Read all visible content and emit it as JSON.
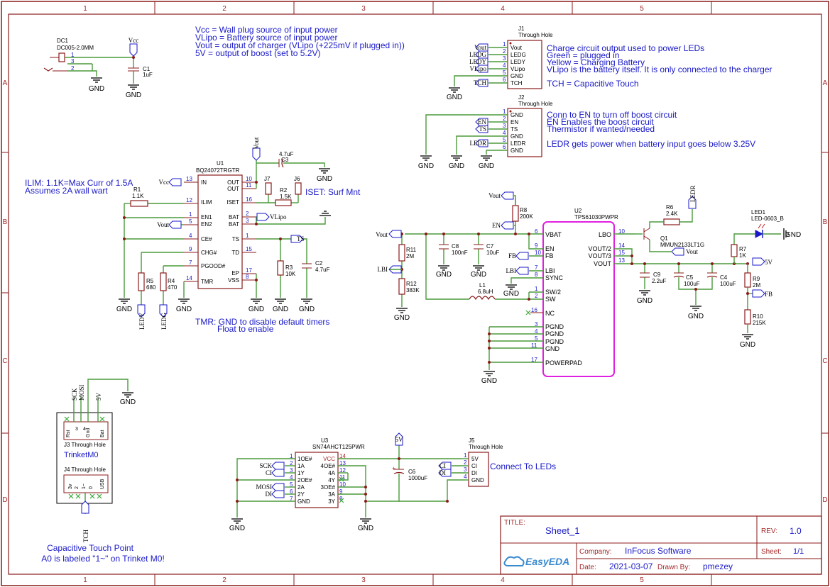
{
  "frame": {
    "columns": [
      "1",
      "2",
      "3",
      "4",
      "5"
    ],
    "rows": [
      "A",
      "B",
      "C",
      "D"
    ]
  },
  "notes": {
    "vcc": "Vcc = Wall plug source of input power",
    "vlipo": "VLipo = Battery source of input power",
    "vout": "Vout = output of charger (VLipo (+225mV if plugged in))",
    "v5": "5V = output of boost (set to 5.2V)",
    "ilim1": "ILIM: 1.1K=Max Curr of 1.5A",
    "ilim2": "Assumes 2A wall wart",
    "iset": "ISET: Surf Mnt",
    "tmr1": "TMR: GND to disable default timers",
    "tmr2": "Float to enable",
    "j1a": "Charge circuit output used to power LEDs",
    "j1b": "Green = plugged in",
    "j1c": "Yellow = Charging Battery",
    "j1d": "VLipo is the battery itself. It is only connected to the charger",
    "j1e": "TCH = Capacitive Touch",
    "j2a": "Conn to EN to turn off boost circuit",
    "j2b": "EN Enables the boost circuit",
    "j2c": "Thermistor if wanted/needed",
    "j2d": "LEDR gets power when battery input goes below 3.25V",
    "leds": "Connect To LEDs",
    "touch1": "Capacitive Touch Point",
    "touch2": "A0 is labeled \"1~\" on Trinket M0!"
  },
  "parts": {
    "dc1": {
      "ref": "DC1",
      "value": "DC005-2.0MM"
    },
    "c1": {
      "ref": "C1",
      "value": "1uF"
    },
    "u1": {
      "ref": "U1",
      "value": "BQ24072TRGTR"
    },
    "c3": {
      "ref": "C3",
      "value": "4.7uF"
    },
    "r1": {
      "ref": "R1",
      "value": "1.1K"
    },
    "j7": {
      "ref": "J7"
    },
    "j6": {
      "ref": "J6"
    },
    "r2": {
      "ref": "R2",
      "value": "1.5K"
    },
    "r3": {
      "ref": "R3",
      "value": "10K"
    },
    "c2": {
      "ref": "C2",
      "value": "4.7uF"
    },
    "r5": {
      "ref": "R5",
      "value": "680"
    },
    "r4": {
      "ref": "R4",
      "value": "470"
    },
    "j1": {
      "ref": "J1",
      "value": "Through Hole"
    },
    "j2": {
      "ref": "J2",
      "value": "Through Hole"
    },
    "r8": {
      "ref": "R8",
      "value": "200K"
    },
    "u2": {
      "ref": "U2",
      "value": "TPS61030PWPR"
    },
    "r11": {
      "ref": "R11",
      "value": "2M"
    },
    "r12": {
      "ref": "R12",
      "value": "383K"
    },
    "c8": {
      "ref": "C8",
      "value": "100nF"
    },
    "c7": {
      "ref": "C7",
      "value": "10uF"
    },
    "l1": {
      "ref": "L1",
      "value": "6.8uH"
    },
    "r6": {
      "ref": "R6",
      "value": "2.4K"
    },
    "q1": {
      "ref": "Q1",
      "value": "MMUN2133LT1G"
    },
    "led1": {
      "ref": "LED1",
      "value": "LED-0603_B"
    },
    "r7": {
      "ref": "R7",
      "value": "1K"
    },
    "r9": {
      "ref": "R9",
      "value": "2M"
    },
    "r10": {
      "ref": "R10",
      "value": "215K"
    },
    "c9": {
      "ref": "C9",
      "value": "2.2uF"
    },
    "c5": {
      "ref": "C5",
      "value": "100uF"
    },
    "c4": {
      "ref": "C4",
      "value": "100uF"
    },
    "j3": {
      "ref": "J3 Through Hole"
    },
    "j4": {
      "ref": "J4 Through Hole"
    },
    "trinket": "TrinketM0",
    "u3": {
      "ref": "U3",
      "value": "SN74AHCT125PWR"
    },
    "c6": {
      "ref": "C6",
      "value": "1000uF"
    },
    "j5": {
      "ref": "J5",
      "value": "Through Hole"
    }
  },
  "nets": {
    "vcc": "Vcc",
    "vout": "Vout",
    "vlipo": "VLipo",
    "gnd": "GND",
    "ledg": "LEDG",
    "ledy": "LEDY",
    "ledr": "LEDR",
    "tch": "TCH",
    "en": "EN",
    "ts": "TS",
    "fb": "FB",
    "lbi": "LBI",
    "v5": "5V",
    "sck": "SCK",
    "mosi": "MOSI",
    "ci": "CI",
    "di": "DI"
  },
  "titleblock": {
    "title_label": "TITLE:",
    "title": "Sheet_1",
    "rev_label": "REV:",
    "rev": "1.0",
    "company_label": "Company:",
    "company": "InFocus Software",
    "sheet_label": "Sheet:",
    "sheet": "1/1",
    "date_label": "Date:",
    "date": "2021-03-07",
    "drawn_label": "Drawn By:",
    "drawn": "pmezey",
    "logo": "EasyEDA"
  },
  "colors": {
    "border": "#8b1a1a",
    "wire": "#4a9a3a",
    "net_text": "#1a1ac8",
    "highlight": "#e020e0"
  }
}
